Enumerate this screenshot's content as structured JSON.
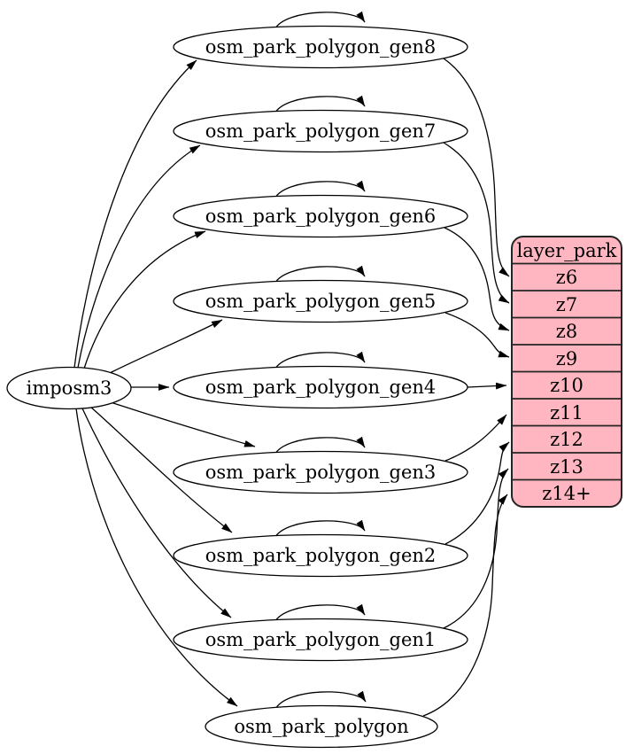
{
  "diagram": {
    "kind": "dependency-graph",
    "colors": {
      "background": "#ffffff",
      "node_fill": "#ffffff",
      "table_fill": "#ffb6c1",
      "edge": "#000000",
      "text": "#000000"
    },
    "source_node": {
      "label": "imposm3"
    },
    "generalization_nodes": [
      {
        "label": "osm_park_polygon_gen8",
        "self_loop": true
      },
      {
        "label": "osm_park_polygon_gen7",
        "self_loop": true
      },
      {
        "label": "osm_park_polygon_gen6",
        "self_loop": true
      },
      {
        "label": "osm_park_polygon_gen5",
        "self_loop": true
      },
      {
        "label": "osm_park_polygon_gen4",
        "self_loop": true
      },
      {
        "label": "osm_park_polygon_gen3",
        "self_loop": true
      },
      {
        "label": "osm_park_polygon_gen2",
        "self_loop": true
      },
      {
        "label": "osm_park_polygon_gen1",
        "self_loop": true
      },
      {
        "label": "osm_park_polygon",
        "self_loop": true
      }
    ],
    "layer_table": {
      "header": "layer_park",
      "rows": [
        "z6",
        "z7",
        "z8",
        "z9",
        "z10",
        "z11",
        "z12",
        "z13",
        "z14+"
      ]
    },
    "edges": [
      {
        "from": "imposm3",
        "to": "osm_park_polygon_gen8"
      },
      {
        "from": "imposm3",
        "to": "osm_park_polygon_gen7"
      },
      {
        "from": "imposm3",
        "to": "osm_park_polygon_gen6"
      },
      {
        "from": "imposm3",
        "to": "osm_park_polygon_gen5"
      },
      {
        "from": "imposm3",
        "to": "osm_park_polygon_gen4"
      },
      {
        "from": "imposm3",
        "to": "osm_park_polygon_gen3"
      },
      {
        "from": "imposm3",
        "to": "osm_park_polygon_gen2"
      },
      {
        "from": "imposm3",
        "to": "osm_park_polygon_gen1"
      },
      {
        "from": "imposm3",
        "to": "osm_park_polygon"
      },
      {
        "from": "osm_park_polygon_gen8",
        "to": "osm_park_polygon_gen8"
      },
      {
        "from": "osm_park_polygon_gen7",
        "to": "osm_park_polygon_gen7"
      },
      {
        "from": "osm_park_polygon_gen6",
        "to": "osm_park_polygon_gen6"
      },
      {
        "from": "osm_park_polygon_gen5",
        "to": "osm_park_polygon_gen5"
      },
      {
        "from": "osm_park_polygon_gen4",
        "to": "osm_park_polygon_gen4"
      },
      {
        "from": "osm_park_polygon_gen3",
        "to": "osm_park_polygon_gen3"
      },
      {
        "from": "osm_park_polygon_gen2",
        "to": "osm_park_polygon_gen2"
      },
      {
        "from": "osm_park_polygon_gen1",
        "to": "osm_park_polygon_gen1"
      },
      {
        "from": "osm_park_polygon",
        "to": "osm_park_polygon"
      },
      {
        "from": "osm_park_polygon_gen8",
        "to": "layer_park.z6"
      },
      {
        "from": "osm_park_polygon_gen7",
        "to": "layer_park.z7"
      },
      {
        "from": "osm_park_polygon_gen6",
        "to": "layer_park.z8"
      },
      {
        "from": "osm_park_polygon_gen5",
        "to": "layer_park.z9"
      },
      {
        "from": "osm_park_polygon_gen4",
        "to": "layer_park.z10"
      },
      {
        "from": "osm_park_polygon_gen3",
        "to": "layer_park.z11"
      },
      {
        "from": "osm_park_polygon_gen2",
        "to": "layer_park.z12"
      },
      {
        "from": "osm_park_polygon_gen1",
        "to": "layer_park.z13"
      },
      {
        "from": "osm_park_polygon",
        "to": "layer_park.z14+"
      }
    ]
  }
}
